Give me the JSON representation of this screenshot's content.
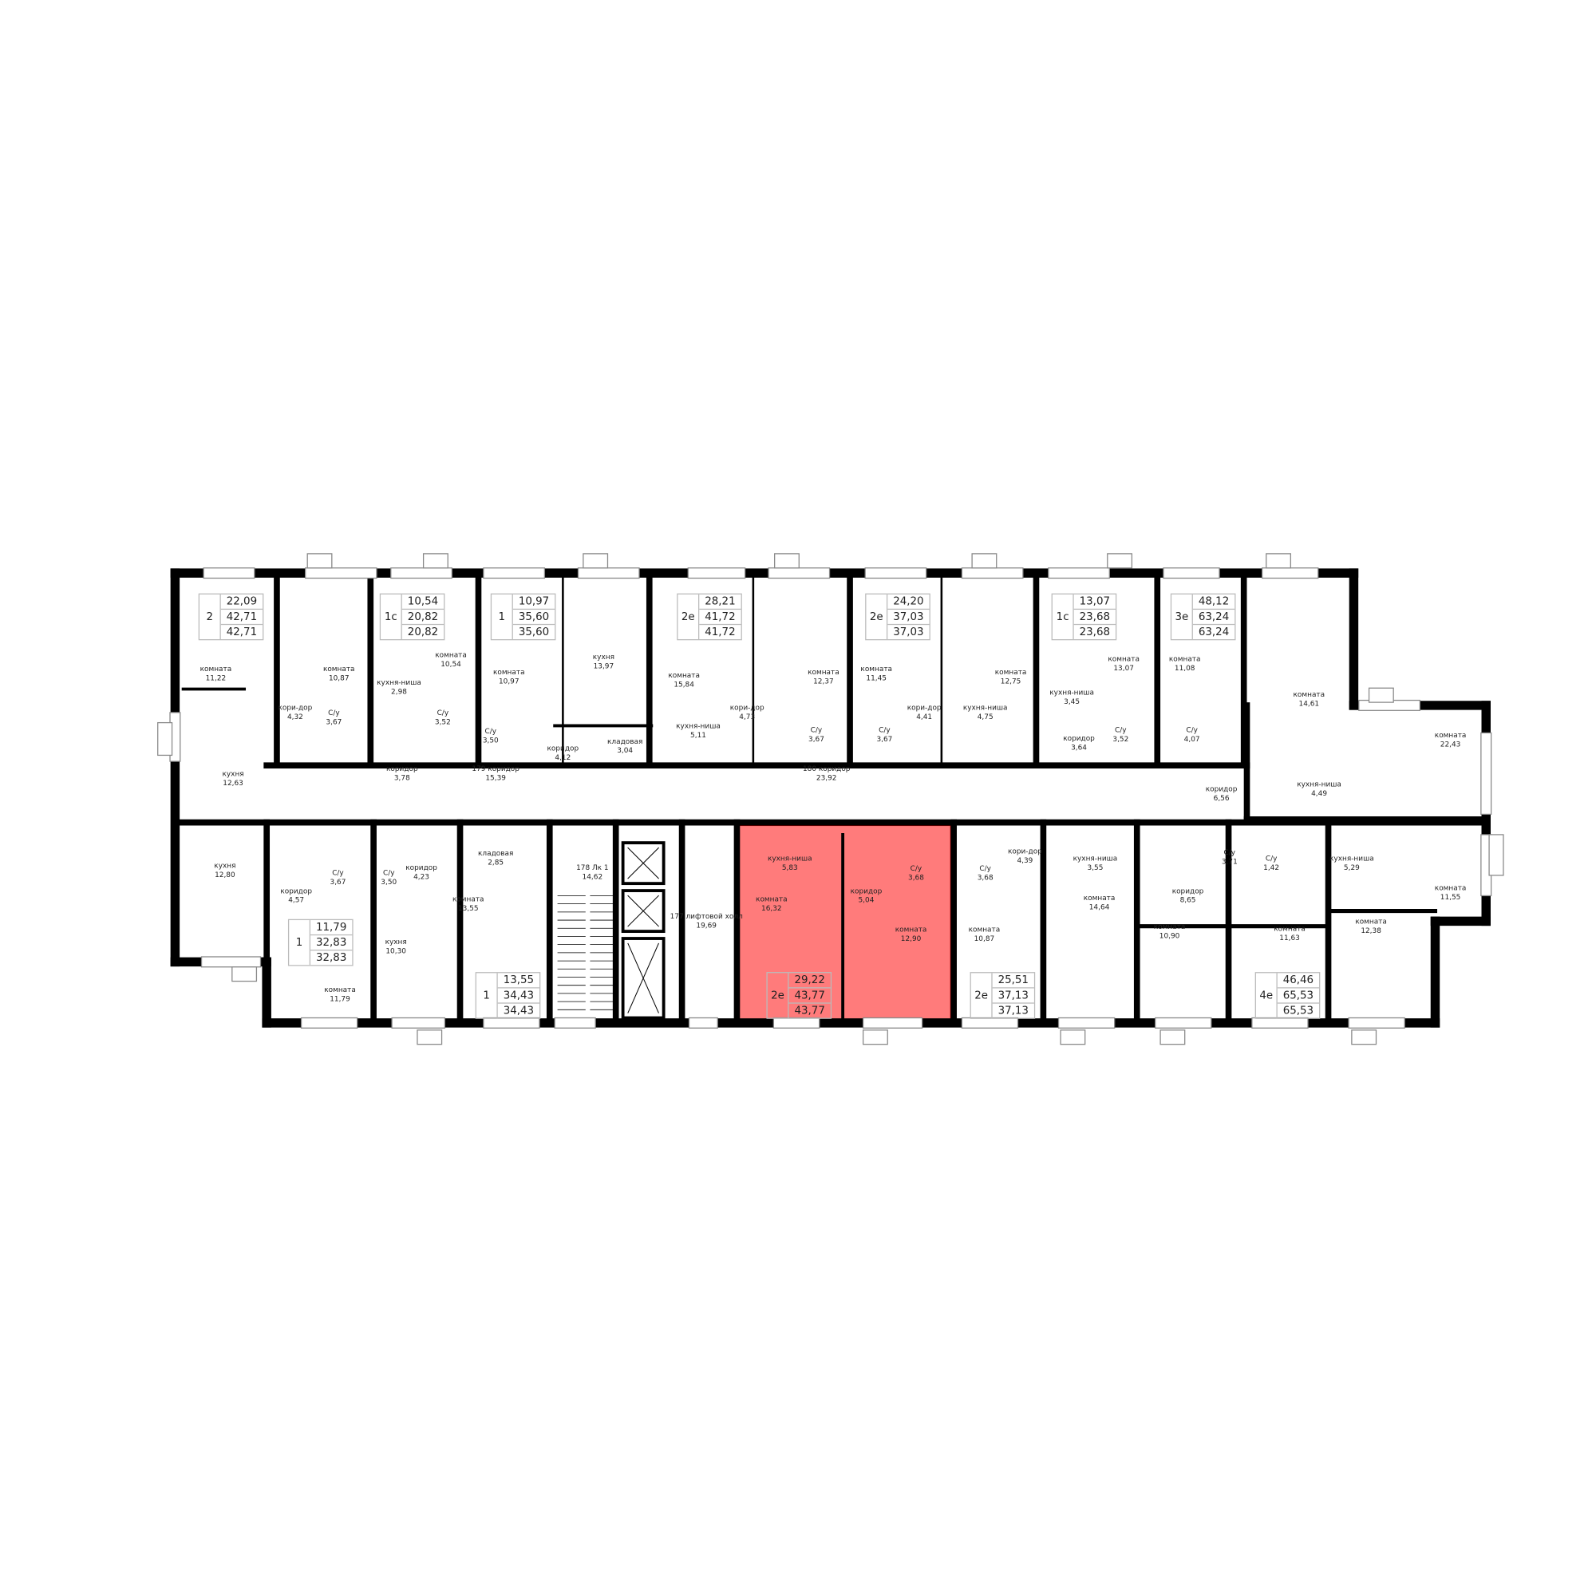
{
  "highlight_color": "#ff7b7b",
  "highlight_border": "#a40000",
  "apartments": [
    {
      "type": "2",
      "living": "22,09",
      "total": "42,71",
      "total2": "42,71"
    },
    {
      "type": "1с",
      "living": "10,54",
      "total": "20,82",
      "total2": "20,82"
    },
    {
      "type": "1",
      "living": "10,97",
      "total": "35,60",
      "total2": "35,60"
    },
    {
      "type": "2е",
      "living": "28,21",
      "total": "41,72",
      "total2": "41,72"
    },
    {
      "type": "2е",
      "living": "24,20",
      "total": "37,03",
      "total2": "37,03"
    },
    {
      "type": "1с",
      "living": "13,07",
      "total": "23,68",
      "total2": "23,68"
    },
    {
      "type": "3е",
      "living": "48,12",
      "total": "63,24",
      "total2": "63,24"
    },
    {
      "type": "1",
      "living": "11,79",
      "total": "32,83",
      "total2": "32,83"
    },
    {
      "type": "1",
      "living": "13,55",
      "total": "34,43",
      "total2": "34,43"
    },
    {
      "type": "2е",
      "living": "29,22",
      "total": "43,77",
      "total2": "43,77",
      "selected": true
    },
    {
      "type": "2е",
      "living": "25,51",
      "total": "37,13",
      "total2": "37,13"
    },
    {
      "type": "4е",
      "living": "46,46",
      "total": "65,53",
      "total2": "65,53"
    }
  ],
  "rooms": [
    {
      "name": "комната",
      "area": "11,22"
    },
    {
      "name": "комната",
      "area": "10,87"
    },
    {
      "name": "кори-дор",
      "area": "4,32"
    },
    {
      "name": "кухня",
      "area": "12,63"
    },
    {
      "name": "С/у",
      "area": "3,67"
    },
    {
      "name": "комната",
      "area": "10,54"
    },
    {
      "name": "кухня-ниша",
      "area": "2,98"
    },
    {
      "name": "С/у",
      "area": "3,52"
    },
    {
      "name": "коридор",
      "area": "3,78"
    },
    {
      "name": "комната",
      "area": "10,97"
    },
    {
      "name": "С/у",
      "area": "3,50"
    },
    {
      "name": "коридор",
      "area": "4,12"
    },
    {
      "name": "кухня",
      "area": "13,97"
    },
    {
      "name": "кладовая",
      "area": "3,04"
    },
    {
      "name": "комната",
      "area": "15,84"
    },
    {
      "name": "кухня-ниша",
      "area": "5,11"
    },
    {
      "name": "кори-дор",
      "area": "4,73"
    },
    {
      "name": "комната",
      "area": "12,37"
    },
    {
      "name": "С/у",
      "area": "3,67"
    },
    {
      "name": "комната",
      "area": "11,45"
    },
    {
      "name": "С/у",
      "area": "3,67"
    },
    {
      "name": "кори-дор",
      "area": "4,41"
    },
    {
      "name": "комната",
      "area": "12,75"
    },
    {
      "name": "кухня-ниша",
      "area": "4,75"
    },
    {
      "name": "кухня-ниша",
      "area": "3,45"
    },
    {
      "name": "комната",
      "area": "13,07"
    },
    {
      "name": "коридор",
      "area": "3,64"
    },
    {
      "name": "С/у",
      "area": "3,52"
    },
    {
      "name": "комната",
      "area": "11,08"
    },
    {
      "name": "С/у",
      "area": "4,07"
    },
    {
      "name": "комната",
      "area": "14,61"
    },
    {
      "name": "комната",
      "area": "22,43"
    },
    {
      "name": "коридор",
      "area": "6,56"
    },
    {
      "name": "кухня-ниша",
      "area": "4,49"
    },
    {
      "name": "179 коридор",
      "area": "15,39"
    },
    {
      "name": "180 коридор",
      "area": "23,92"
    },
    {
      "name": "кухня",
      "area": "12,80"
    },
    {
      "name": "коридор",
      "area": "4,57"
    },
    {
      "name": "С/у",
      "area": "3,67"
    },
    {
      "name": "С/у",
      "area": "3,50"
    },
    {
      "name": "коридор",
      "area": "4,23"
    },
    {
      "name": "кладовая",
      "area": "2,85"
    },
    {
      "name": "комната",
      "area": "13,55"
    },
    {
      "name": "кухня",
      "area": "10,30"
    },
    {
      "name": "комната",
      "area": "11,79"
    },
    {
      "name": "178 Лк 1",
      "area": "14,62"
    },
    {
      "name": "177 лифтовой холл",
      "area": "19,69"
    },
    {
      "name": "кухня-ниша",
      "area": "5,83"
    },
    {
      "name": "комната",
      "area": "16,32"
    },
    {
      "name": "коридор",
      "area": "5,04"
    },
    {
      "name": "С/у",
      "area": "3,68"
    },
    {
      "name": "комната",
      "area": "12,90"
    },
    {
      "name": "С/у",
      "area": "3,68"
    },
    {
      "name": "кори-дор",
      "area": "4,39"
    },
    {
      "name": "кухня-ниша",
      "area": "3,55"
    },
    {
      "name": "комната",
      "area": "14,64"
    },
    {
      "name": "комната",
      "area": "10,87"
    },
    {
      "name": "коридор",
      "area": "8,65"
    },
    {
      "name": "С/у",
      "area": "3,71"
    },
    {
      "name": "С/у",
      "area": "1,42"
    },
    {
      "name": "кухня-ниша",
      "area": "5,29"
    },
    {
      "name": "комната",
      "area": "11,55"
    },
    {
      "name": "комната",
      "area": "10,90"
    },
    {
      "name": "комната",
      "area": "11,63"
    },
    {
      "name": "комната",
      "area": "12,38"
    }
  ]
}
